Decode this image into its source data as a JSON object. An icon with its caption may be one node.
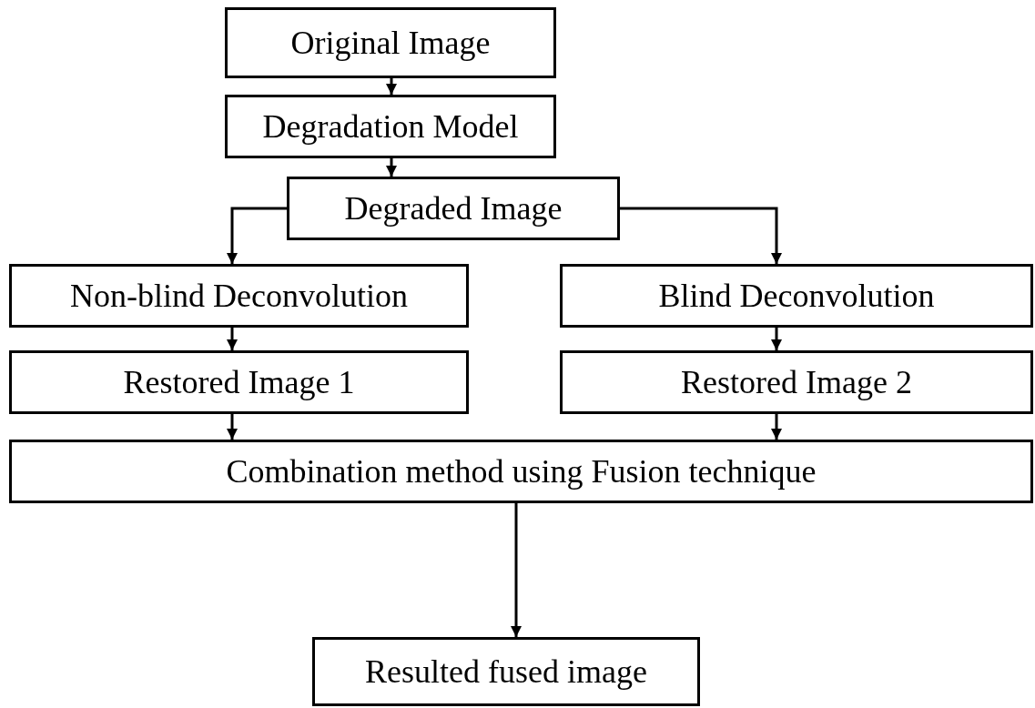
{
  "diagram": {
    "nodes": [
      {
        "text": [
          "Original Image"
        ]
      },
      {
        "text": [
          "Degradation Model"
        ]
      },
      {
        "text": [
          "Degraded Image"
        ]
      },
      {
        "text": [
          "Non-blind Deconvolution"
        ]
      },
      {
        "text": [
          "Blind Deconvolution"
        ]
      },
      {
        "text": [
          "Restored Image 1"
        ]
      },
      {
        "text": [
          "Restored Image 2"
        ]
      },
      {
        "text": [
          "Combination method using Fusion technique"
        ]
      },
      {
        "text": [
          "Resulted fused image"
        ]
      }
    ],
    "edges": [
      {
        "from": 0,
        "to": 1,
        "arrow": "to"
      },
      {
        "from": 1,
        "to": 2,
        "arrow": "to"
      },
      {
        "from": 2,
        "to": 3,
        "arrow": "to"
      },
      {
        "from": 2,
        "to": 4,
        "arrow": "to"
      },
      {
        "from": 3,
        "to": 5,
        "arrow": "to"
      },
      {
        "from": 4,
        "to": 6,
        "arrow": "to"
      },
      {
        "from": 5,
        "to": 7,
        "arrow": "to"
      },
      {
        "from": 6,
        "to": 7,
        "arrow": "to"
      },
      {
        "from": 7,
        "to": 8,
        "arrow": "to"
      }
    ]
  }
}
